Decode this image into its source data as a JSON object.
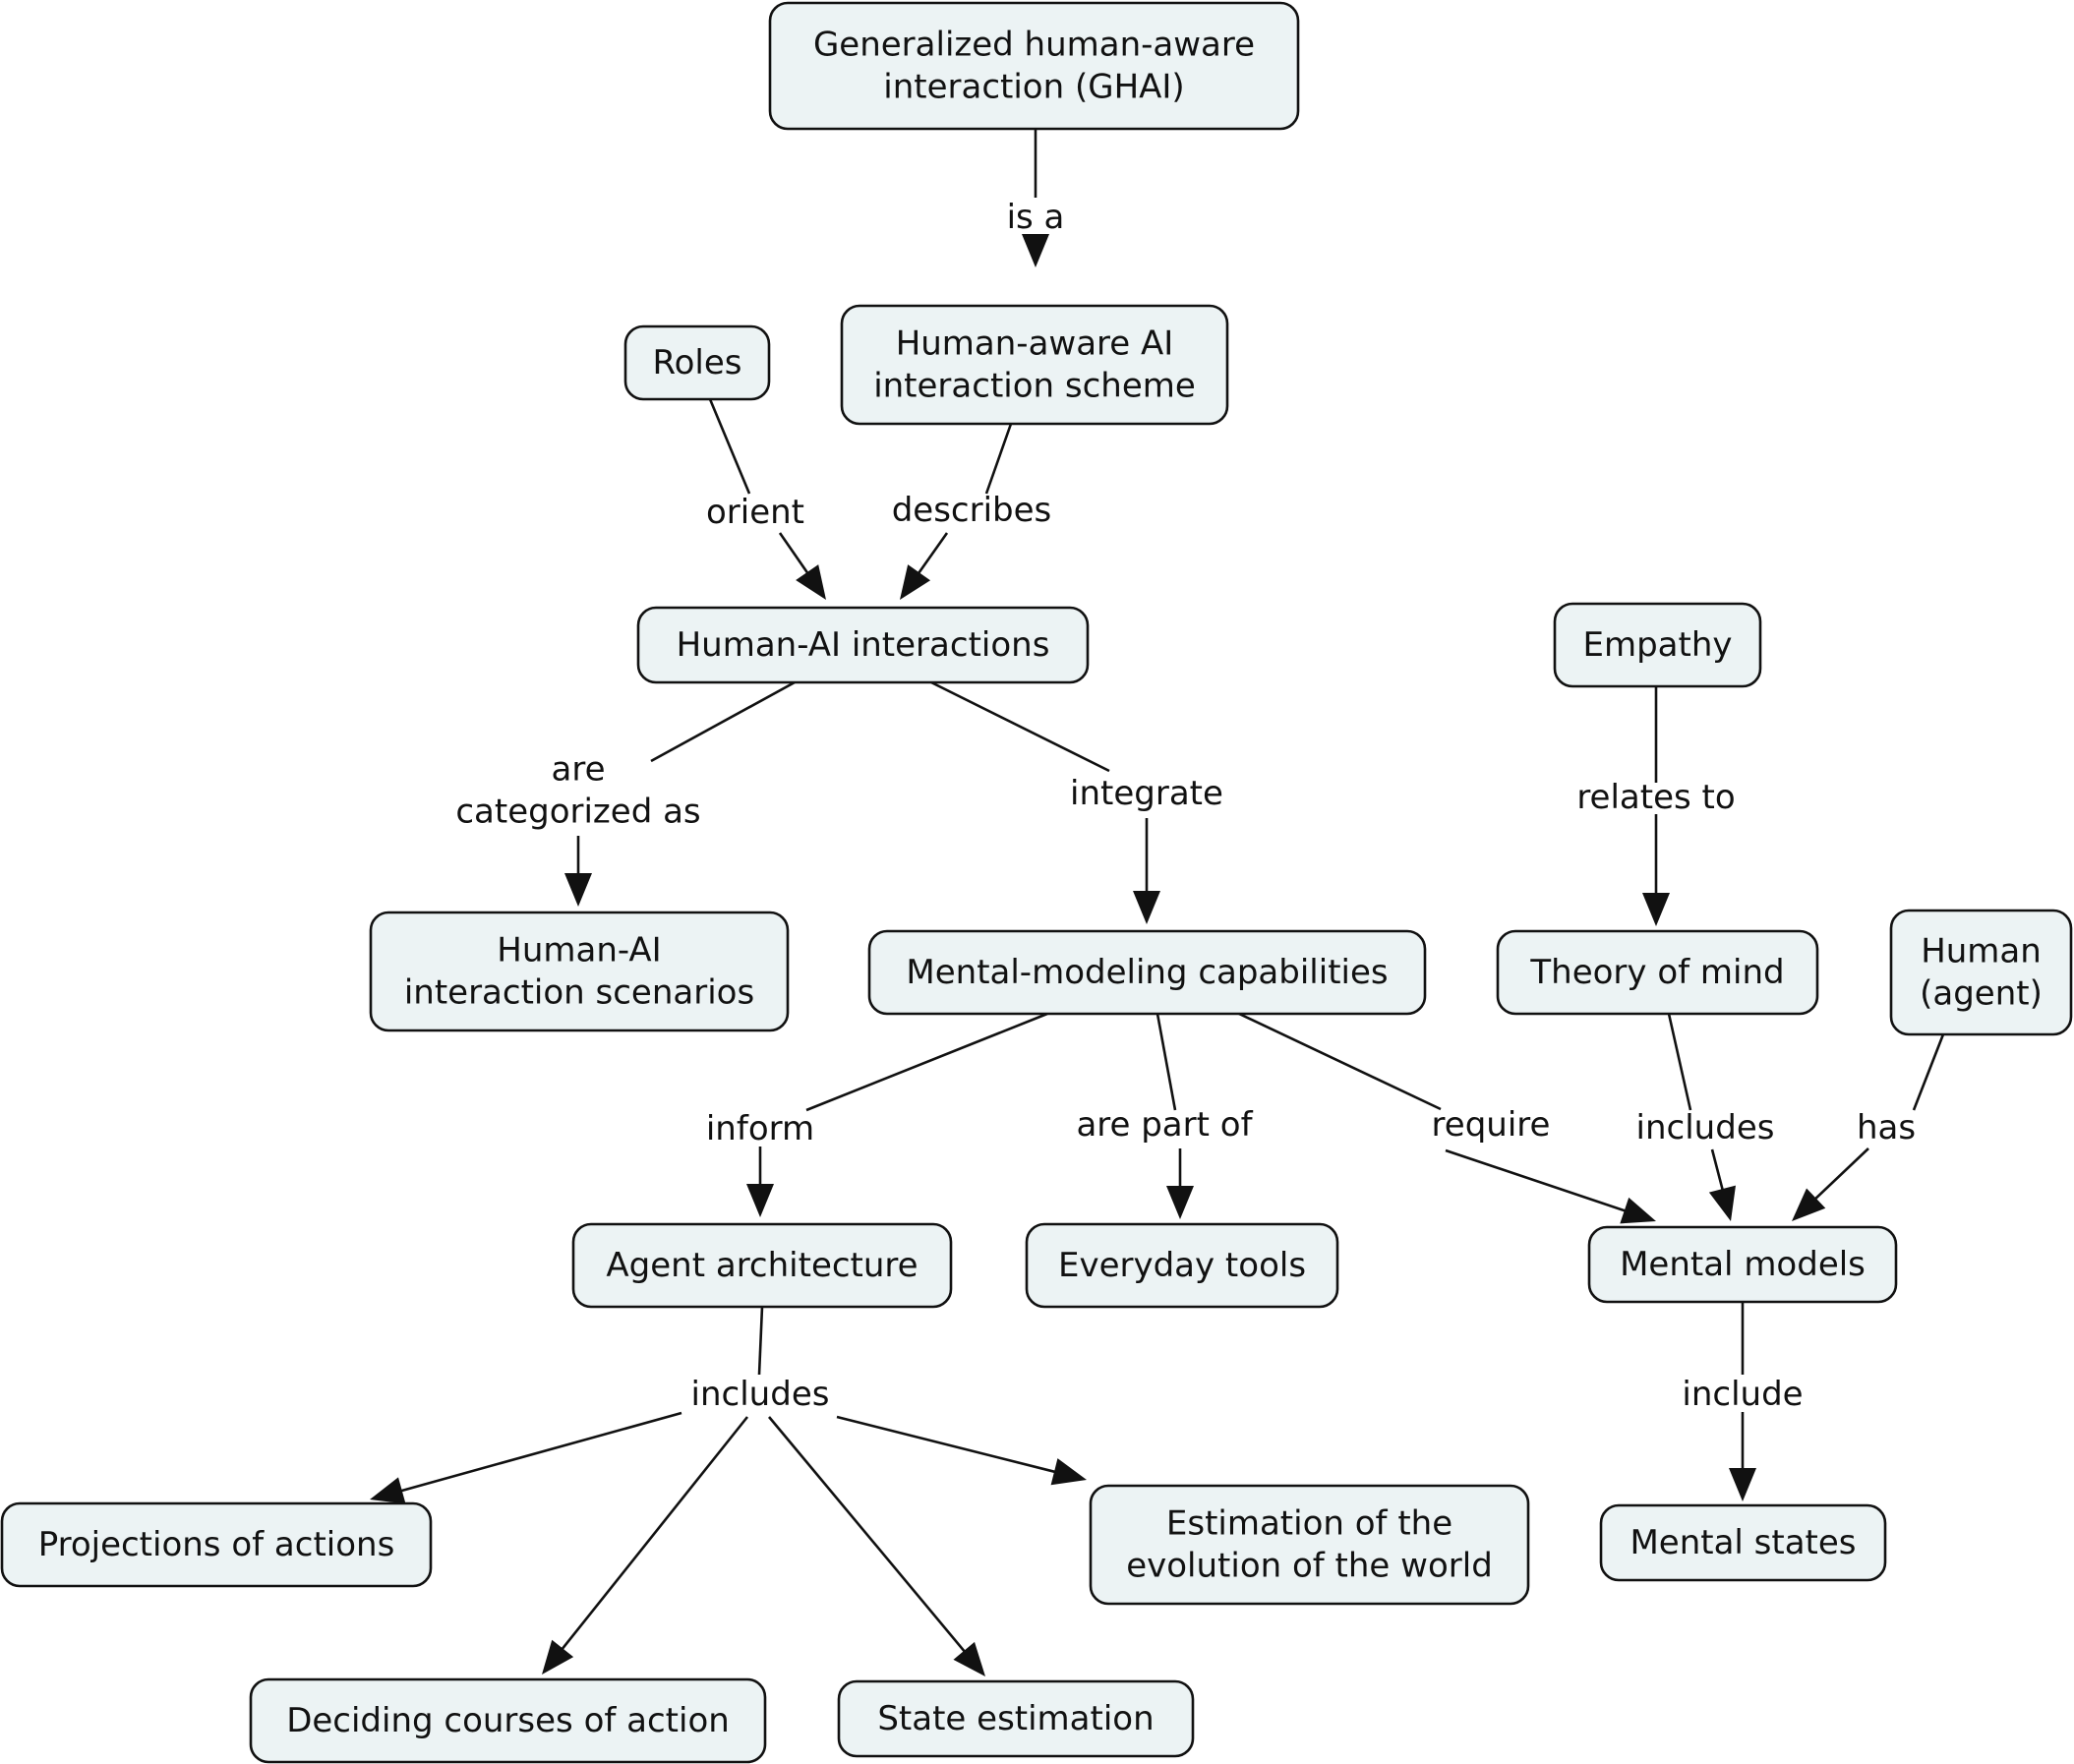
{
  "concepts": {
    "ghai": [
      "Generalized human-aware",
      "interaction (GHAI)"
    ],
    "scheme": [
      "Human-aware AI",
      "interaction scheme"
    ],
    "roles": [
      "Roles"
    ],
    "interactions": [
      "Human-AI interactions"
    ],
    "empathy": [
      "Empathy"
    ],
    "scenarios": [
      "Human-AI",
      "interaction scenarios"
    ],
    "mental_modeling": [
      "Mental-modeling capabilities"
    ],
    "tom": [
      "Theory of mind"
    ],
    "human_agent": [
      "Human",
      "(agent)"
    ],
    "architecture": [
      "Agent architecture"
    ],
    "tools": [
      "Everyday tools"
    ],
    "mental_models": [
      "Mental models"
    ],
    "projections": [
      "Projections of actions"
    ],
    "estimation_world": [
      "Estimation of the",
      "evolution of the world"
    ],
    "mental_states": [
      "Mental states"
    ],
    "deciding": [
      "Deciding courses of action"
    ],
    "state_estimation": [
      "State estimation"
    ]
  },
  "links": {
    "is_a": [
      "is a"
    ],
    "orient": [
      "orient"
    ],
    "describes": [
      "describes"
    ],
    "categorized": [
      "are",
      "categorized as"
    ],
    "integrate": [
      "integrate"
    ],
    "relates_to": [
      "relates to"
    ],
    "inform": [
      "inform"
    ],
    "part_of": [
      "are part of"
    ],
    "require": [
      "require"
    ],
    "tom_includes": [
      "includes"
    ],
    "has": [
      "has"
    ],
    "arch_includes": [
      "includes"
    ],
    "include": [
      "include"
    ]
  }
}
